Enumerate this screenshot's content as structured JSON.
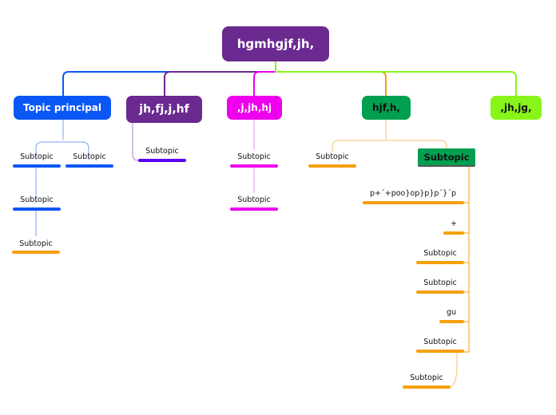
{
  "central": {
    "label": "hgmhgjf,jh,",
    "color": "#6b2a90"
  },
  "main_topics": [
    {
      "label": "Topic principal",
      "color": "#0a57f5",
      "text_color": "#ffffff"
    },
    {
      "label": "jh,fj,j,hf",
      "color": "#6b2a90",
      "text_color": "#ffffff"
    },
    {
      "label": ",j,jh,hj",
      "color": "#ee00ee",
      "text_color": "#ffffff"
    },
    {
      "label": "hjf,h,",
      "color": "#00a050",
      "text_color": "#111111"
    },
    {
      "label": ",jh,jg,",
      "color": "#88f51a",
      "text_color": "#111111"
    }
  ],
  "subtopics": {
    "topic1_a": "Subtopic",
    "topic1_b": "Subtopic",
    "topic1_c": "Subtopic",
    "topic1_d": "Subtopic",
    "topic2_a": "Subtopic",
    "topic3_a": "Subtopic",
    "topic3_b": "Subtopic",
    "topic4_a": "Subtopic",
    "topic4_box": "Subtopic",
    "box_children": [
      "p+´+poo}op}p}p´}´p",
      "+",
      "Subtopic",
      "Subtopic",
      "gu",
      "Subtopic",
      "Subtopic"
    ]
  },
  "colors": {
    "blue": "#0a57f5",
    "purple": "#6b2a90",
    "violet": "#5b00f0",
    "magenta": "#ee00ee",
    "orange": "#f5a00a",
    "green_dark": "#00a050",
    "green_light": "#88f51a",
    "edge_light_blue": "#7aa0f5",
    "edge_light_mag": "#f28ef2",
    "edge_light_orange": "#f5c070",
    "edge_light_purple": "#a77fc7"
  }
}
